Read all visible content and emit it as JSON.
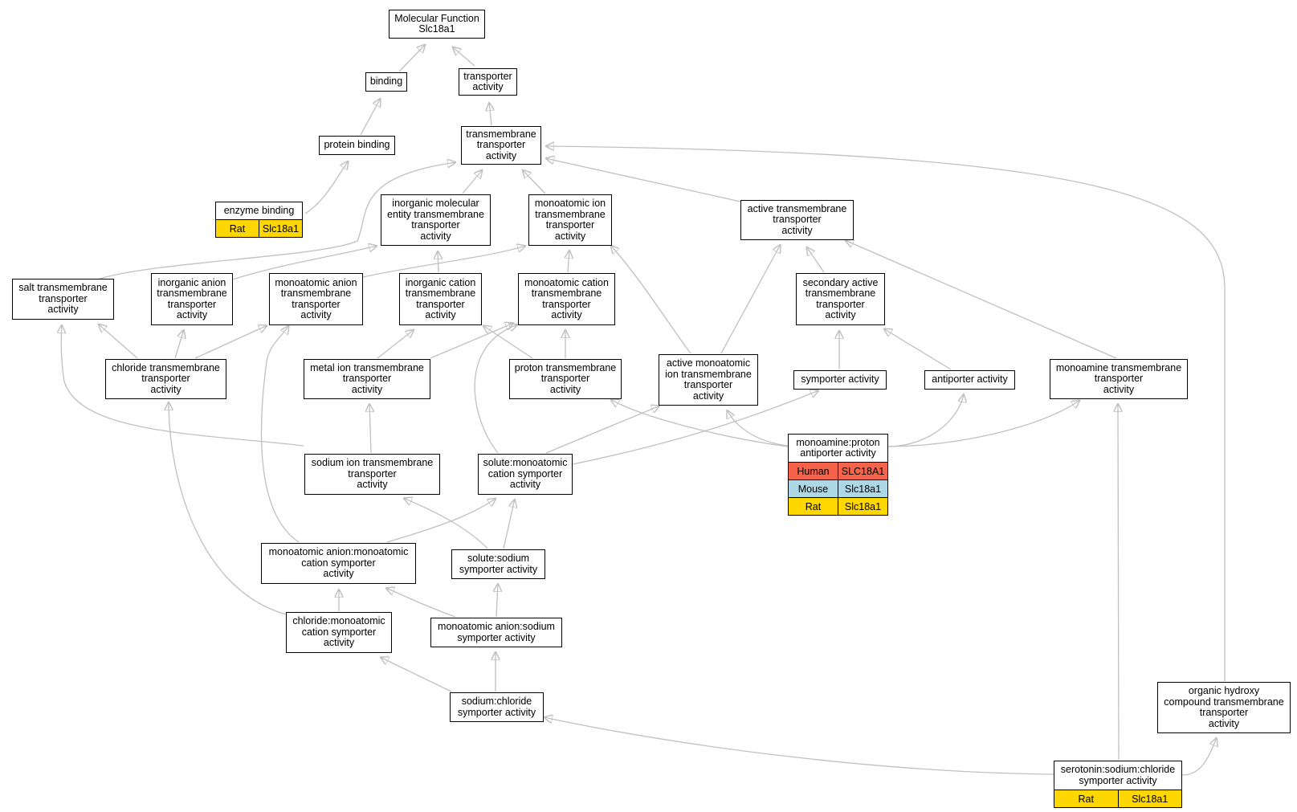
{
  "colors": {
    "human": "#f4634a",
    "mouse": "#add8e6",
    "rat": "#ffd700",
    "edge": "#c0c0c0"
  },
  "nodes": {
    "root": {
      "label": "Molecular Function\nSlc18a1"
    },
    "binding": {
      "label": "binding"
    },
    "transporter_activity": {
      "label": "transporter\nactivity"
    },
    "protein_binding": {
      "label": "protein binding"
    },
    "transmembrane_transporter": {
      "label": "transmembrane\ntransporter\nactivity"
    },
    "enzyme_binding": {
      "label": "enzyme binding",
      "rows": [
        {
          "species": "Rat",
          "gene": "Slc18a1"
        }
      ]
    },
    "inorganic_molecular": {
      "label": "inorganic molecular\nentity transmembrane\ntransporter\nactivity"
    },
    "monoatomic_ion": {
      "label": "monoatomic ion\ntransmembrane\ntransporter\nactivity"
    },
    "active_transmembrane": {
      "label": "active transmembrane\ntransporter\nactivity"
    },
    "salt_transmembrane": {
      "label": "salt transmembrane\ntransporter\nactivity"
    },
    "inorganic_anion": {
      "label": "inorganic anion\ntransmembrane\ntransporter\nactivity"
    },
    "monoatomic_anion": {
      "label": "monoatomic anion\ntransmembrane\ntransporter\nactivity"
    },
    "inorganic_cation": {
      "label": "inorganic cation\ntransmembrane\ntransporter\nactivity"
    },
    "monoatomic_cation": {
      "label": "monoatomic cation\ntransmembrane\ntransporter\nactivity"
    },
    "secondary_active": {
      "label": "secondary active\ntransmembrane\ntransporter\nactivity"
    },
    "chloride_transmembrane": {
      "label": "chloride transmembrane\ntransporter\nactivity"
    },
    "metal_ion": {
      "label": "metal ion transmembrane\ntransporter\nactivity"
    },
    "proton_transmembrane": {
      "label": "proton transmembrane\ntransporter\nactivity"
    },
    "active_monoatomic_ion": {
      "label": "active monoatomic\nion transmembrane\ntransporter\nactivity"
    },
    "symporter": {
      "label": "symporter activity"
    },
    "antiporter": {
      "label": "antiporter activity"
    },
    "monoamine_transmembrane": {
      "label": "monoamine transmembrane\ntransporter\nactivity"
    },
    "monoamine_proton": {
      "label": "monoamine:proton\nantiporter activity",
      "rows": [
        {
          "species": "Human",
          "gene": "SLC18A1"
        },
        {
          "species": "Mouse",
          "gene": "Slc18a1"
        },
        {
          "species": "Rat",
          "gene": "Slc18a1"
        }
      ]
    },
    "sodium_ion": {
      "label": "sodium ion transmembrane\ntransporter\nactivity"
    },
    "solute_monoatomic_cation": {
      "label": "solute:monoatomic\ncation symporter\nactivity"
    },
    "monoatomic_anion_cation": {
      "label": "monoatomic anion:monoatomic\ncation symporter\nactivity"
    },
    "solute_sodium": {
      "label": "solute:sodium\nsymporter activity"
    },
    "chloride_monoatomic_cation": {
      "label": "chloride:monoatomic\ncation symporter\nactivity"
    },
    "monoatomic_anion_sodium": {
      "label": "monoatomic anion:sodium\nsymporter activity"
    },
    "sodium_chloride": {
      "label": "sodium:chloride\nsymporter activity"
    },
    "organic_hydroxy": {
      "label": "organic hydroxy\ncompound transmembrane\ntransporter\nactivity"
    },
    "serotonin": {
      "label": "serotonin:sodium:chloride\nsymporter activity",
      "rows": [
        {
          "species": "Rat",
          "gene": "Slc18a1"
        }
      ]
    }
  }
}
